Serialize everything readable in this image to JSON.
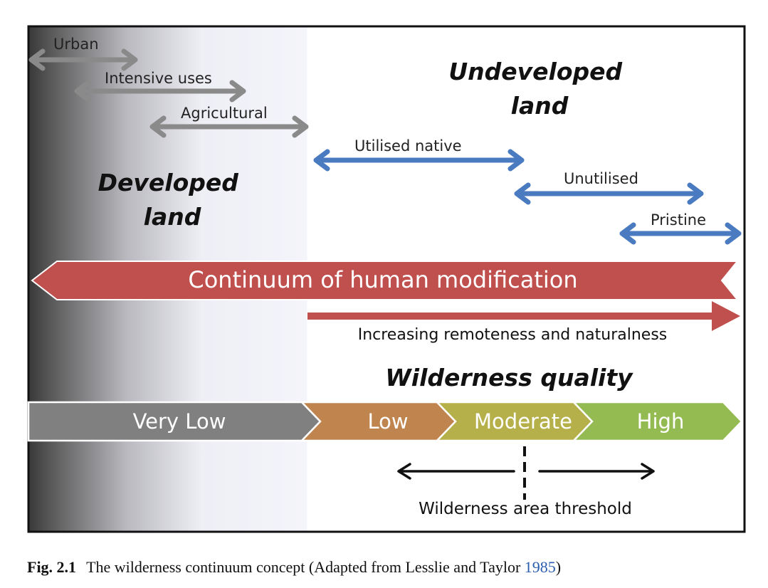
{
  "developed_ranges": [
    "Urban",
    "Intensive uses",
    "Agricultural"
  ],
  "undeveloped_ranges": [
    "Utilised native",
    "Unutilised",
    "Pristine"
  ],
  "developed_heading": [
    "Developed",
    "land"
  ],
  "undeveloped_heading": [
    "Undeveloped",
    "land"
  ],
  "continuum_label": "Continuum of human modification",
  "remoteness_label": "Increasing remoteness and naturalness",
  "quality_heading": "Wilderness quality",
  "quality_levels": [
    "Very Low",
    "Low",
    "Moderate",
    "High"
  ],
  "threshold_label": "Wilderness area threshold",
  "caption": {
    "number": "Fig. 2.1",
    "text": "The wilderness continuum concept (Adapted from Lesslie and Taylor ",
    "ref_year": "1985",
    "close": ")"
  },
  "colors": {
    "developed_arrow": "#8a8a8a",
    "undeveloped_arrow": "#4a7bc0",
    "continuum": "#c0504d",
    "very_low": "#808080",
    "low": "#c0854f",
    "moderate": "#b5b04a",
    "high": "#94bb52"
  }
}
